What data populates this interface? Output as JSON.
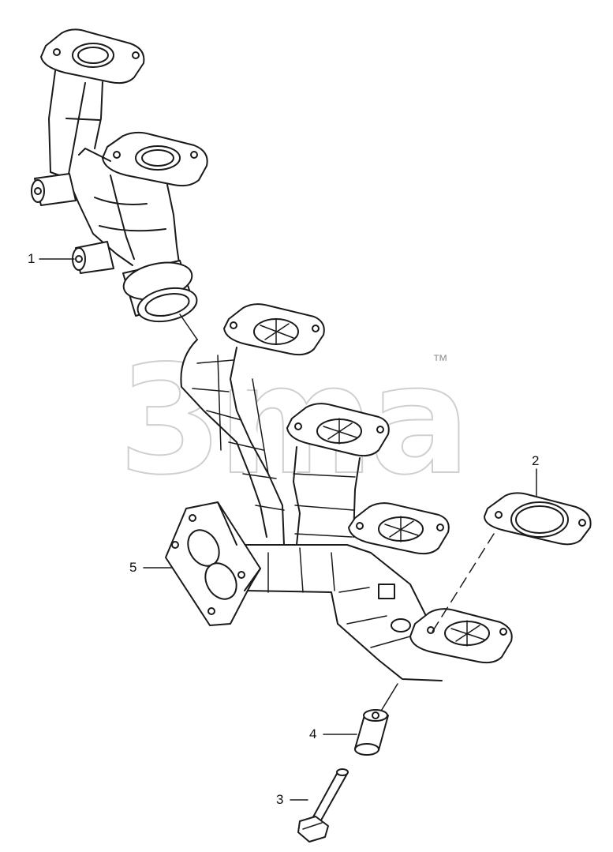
{
  "watermark": {
    "text": "3ma",
    "trademark": "™"
  },
  "callouts": [
    {
      "id": "1",
      "label": "1"
    },
    {
      "id": "2",
      "label": "2"
    },
    {
      "id": "3",
      "label": "3"
    },
    {
      "id": "4",
      "label": "4"
    },
    {
      "id": "5",
      "label": "5"
    }
  ],
  "colors": {
    "line": "#1a1a1a",
    "fill": "#ffffff",
    "shade": "#dcdcdc",
    "watermark": "#cfcfcf"
  }
}
